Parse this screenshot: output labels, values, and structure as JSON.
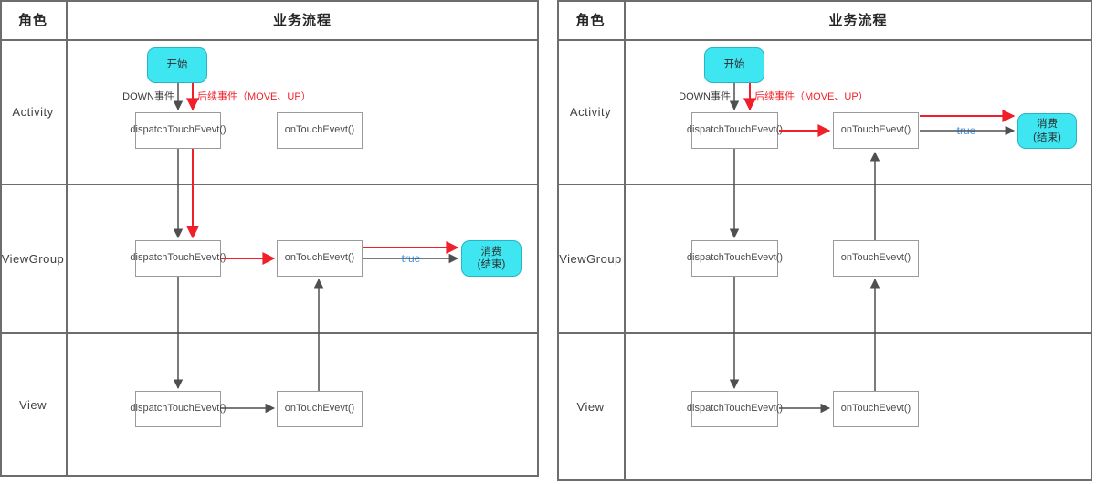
{
  "colors": {
    "red_arrow": "#f0202a",
    "true_blue": "#3e95f2",
    "node_cyan": "#3de6f0",
    "grid_gray": "#6d6d6d"
  },
  "panels": [
    {
      "header": {
        "role": "角色",
        "flow": "业务流程"
      },
      "lanes": [
        "Activity",
        "ViewGroup",
        "View"
      ],
      "nodes": {
        "start": "开始",
        "dispatch": "dispatchTouchEvevt()",
        "ontouch": "onTouchEvevt()",
        "consume_l1": "消费",
        "consume_l2": "(结束)"
      },
      "labels": {
        "down": "DOWN事件",
        "follow": "后续事件（MOVE、UP）",
        "result": "true"
      }
    },
    {
      "header": {
        "role": "角色",
        "flow": "业务流程"
      },
      "lanes": [
        "Activity",
        "ViewGroup",
        "View"
      ],
      "nodes": {
        "start": "开始",
        "dispatch": "dispatchTouchEvevt()",
        "ontouch": "onTouchEvevt()",
        "consume_l1": "消费",
        "consume_l2": "(结束)"
      },
      "labels": {
        "down": "DOWN事件",
        "follow": "后续事件（MOVE、UP）",
        "result": "true"
      }
    }
  ]
}
